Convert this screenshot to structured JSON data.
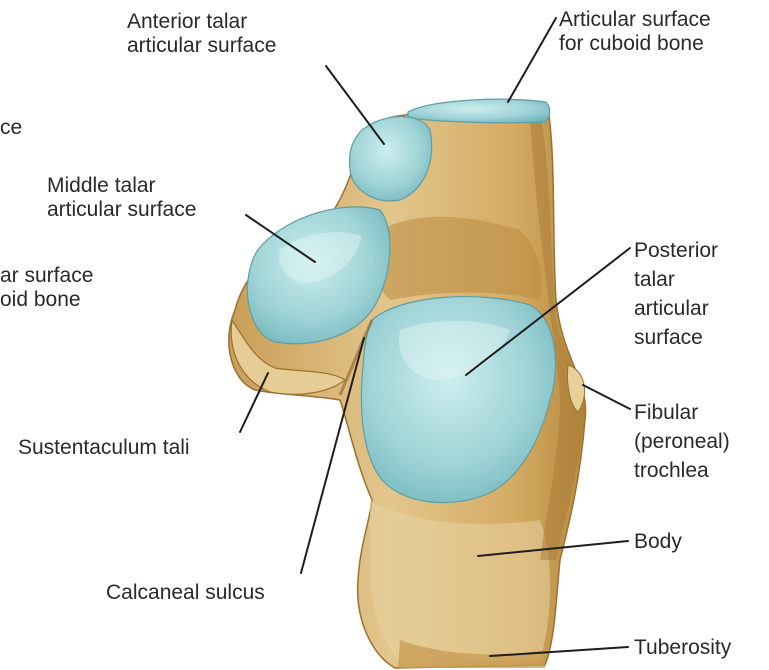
{
  "colors": {
    "bone_base": "#d9b675",
    "bone_shadow": "#b88a3c",
    "bone_light": "#f2e2bf",
    "cartilage": "#9fd3d6",
    "cartilage_light": "#c8ebec",
    "cartilage_dark": "#6fb5bb",
    "label_text": "#2a2a2a",
    "leader_line": "#1e1e1e"
  },
  "labels": {
    "anterior_talar": [
      "Anterior talar",
      "articular surface"
    ],
    "articular_cuboid": [
      "Articular surface",
      "for cuboid bone"
    ],
    "middle_talar": [
      "Middle talar",
      "articular surface"
    ],
    "posterior_talar": [
      "Posterior",
      "talar",
      "articular",
      "surface"
    ],
    "sustentaculum": [
      "Sustentaculum tali"
    ],
    "fibular_trochlea": [
      "Fibular",
      "(peroneal)",
      "trochlea"
    ],
    "calcaneal_sulcus": [
      "Calcaneal sulcus"
    ],
    "body": [
      "Body"
    ],
    "tuberosity": [
      "Tuberosity"
    ],
    "cropped_left_1": [
      "ce"
    ],
    "cropped_left_2": [
      "ar surface",
      "oid bone"
    ]
  }
}
